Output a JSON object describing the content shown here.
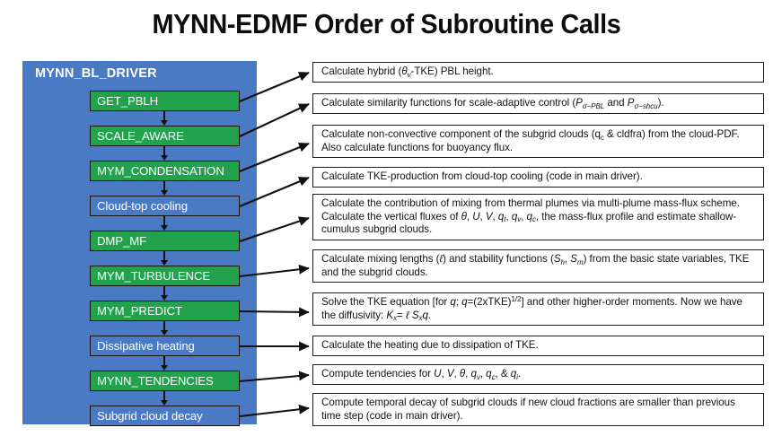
{
  "title": "MYNN-EDMF Order of Subroutine Calls",
  "driver": {
    "label": "MYNN_BL_DRIVER",
    "panel_color": "#4a7ac4",
    "routine_color": "#22a24c",
    "steps": [
      {
        "label": "GET_PBLH",
        "kind": "routine"
      },
      {
        "label": "SCALE_AWARE",
        "kind": "routine"
      },
      {
        "label": "MYM_CONDENSATION",
        "kind": "routine"
      },
      {
        "label": "Cloud-top cooling",
        "kind": "inline"
      },
      {
        "label": "DMP_MF",
        "kind": "routine"
      },
      {
        "label": "MYM_TURBULENCE",
        "kind": "routine"
      },
      {
        "label": "MYM_PREDICT",
        "kind": "routine"
      },
      {
        "label": "Dissipative heating",
        "kind": "inline"
      },
      {
        "label": "MYNN_TENDENCIES",
        "kind": "routine"
      },
      {
        "label": "Subgrid cloud decay",
        "kind": "inline"
      }
    ]
  },
  "descriptions": [
    {
      "id": "desc-get-pblh",
      "text": "Calculate hybrid (θv-TKE) PBL height.",
      "html": "Calculate hybrid (<i>θ<sub>v</sub></i>-TKE) PBL height."
    },
    {
      "id": "desc-scale-aware",
      "text": "Calculate similarity functions for scale-adaptive control (Pσ-PBL and Pσ-shcu).",
      "html": "Calculate similarity functions for scale-adaptive control (<i>P<sub>σ−PBL</sub></i> and <i>P<sub>σ−shcu</sub></i>)."
    },
    {
      "id": "desc-mym-condensation",
      "text": "Calculate non-convective component of the subgrid clouds (qc & cldfra) from the cloud-PDF. Also calculate functions for buoyancy flux.",
      "html": "Calculate non-convective component of the subgrid clouds (q<sub>c</sub> &amp; cldfra) from the cloud-PDF. Also calculate functions for buoyancy flux."
    },
    {
      "id": "desc-cloud-top-cooling",
      "text": "Calculate TKE-production from cloud-top cooling (code in main driver).",
      "html": "Calculate TKE-production from cloud-top cooling (code in main driver)."
    },
    {
      "id": "desc-dmp-mf",
      "text": "Calculate the contribution of mixing from thermal plumes via multi-plume mass-flux scheme. Calculate the vertical fluxes of θ, U, V, qt, qv, qc, the mass-flux profile and estimate shallow-cumulus subgrid clouds.",
      "html": "Calculate the contribution of mixing from thermal plumes via multi-plume mass-flux scheme. Calculate the vertical fluxes of <i>θ</i>, <i>U</i>, <i>V</i>, <i>q<sub>t</sub></i>, <i>q<sub>v</sub></i>, <i>q<sub>c</sub></i>, the mass-flux profile and estimate shallow-cumulus subgrid clouds."
    },
    {
      "id": "desc-mym-turbulence",
      "text": "Calculate mixing lengths (ℓ) and stability functions (Sh, Sm) from the basic state variables, TKE and the subgrid clouds.",
      "html": "Calculate mixing lengths (<i>ℓ</i>) and stability functions (<i>S<sub>h</sub></i>, <i>S<sub>m</sub></i>) from the basic state variables, TKE and the subgrid clouds."
    },
    {
      "id": "desc-mym-predict",
      "text": "Solve the TKE equation [for q; q=(2xTKE)1/2] and other higher-order moments. Now we have the diffusivity: Kx= ℓ Sxq.",
      "html": "Solve the TKE equation [for <i>q</i>; <i>q</i>=(2xTKE)<sup>1/2</sup>] and other higher-order moments. Now we have the diffusivity: <i>K<sub>x</sub></i>= <i>ℓ S<sub>x</sub>q</i>."
    },
    {
      "id": "desc-dissipative-heating",
      "text": "Calculate the heating due to dissipation of TKE.",
      "html": "Calculate the heating due to dissipation of TKE."
    },
    {
      "id": "desc-mynn-tendencies",
      "text": "Compute tendencies for U, V, θ, qv, qc, & qi.",
      "html": "Compute tendencies for <i>U</i>, <i>V</i>, <i>θ</i>, <i>q<sub>v</sub></i>, <i>q<sub>c</sub></i>, &amp; <i>q<sub>i</sub></i>."
    },
    {
      "id": "desc-subgrid-cloud-decay",
      "text": "Compute temporal decay of subgrid clouds if new cloud fractions are smaller than previous time step (code in main driver).",
      "html": "Compute temporal decay of subgrid clouds if new cloud fractions are smaller than previous time step (code in main driver)."
    }
  ]
}
